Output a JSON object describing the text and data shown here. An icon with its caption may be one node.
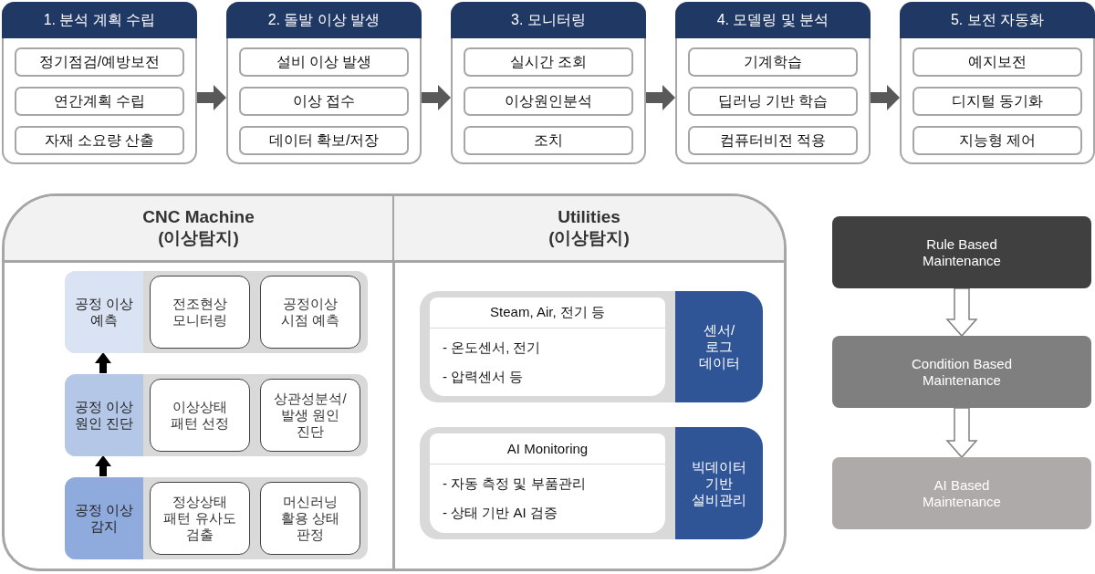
{
  "diagram": {
    "nodes": [
      {
        "text": [
          "1. 분석 계획 수립"
        ]
      },
      {
        "text": [
          "정기점검/예방보전"
        ],
        "in": 0
      },
      {
        "text": [
          "연간계획 수립"
        ],
        "in": 0
      },
      {
        "text": [
          "자재 소요량 산출"
        ],
        "in": 0
      },
      {
        "text": [
          "2. 돌발 이상 발생"
        ]
      },
      {
        "text": [
          "설비 이상 발생"
        ],
        "in": 4
      },
      {
        "text": [
          "이상 접수"
        ],
        "in": 4
      },
      {
        "text": [
          "데이터 확보/저장"
        ],
        "in": 4
      },
      {
        "text": [
          "3. 모니터링"
        ]
      },
      {
        "text": [
          "실시간 조회"
        ],
        "in": 8
      },
      {
        "text": [
          "이상원인분석"
        ],
        "in": 8
      },
      {
        "text": [
          "조치"
        ],
        "in": 8
      },
      {
        "text": [
          "4. 모델링 및 분석"
        ]
      },
      {
        "text": [
          "기계학습"
        ],
        "in": 12
      },
      {
        "text": [
          "딥러닝 기반 학습"
        ],
        "in": 12
      },
      {
        "text": [
          "컴퓨터비전 적용"
        ],
        "in": 12
      },
      {
        "text": [
          "5. 보전 자동화"
        ]
      },
      {
        "text": [
          "예지보전"
        ],
        "in": 16
      },
      {
        "text": [
          "디지털 동기화"
        ],
        "in": 16
      },
      {
        "text": [
          "지능형 제어"
        ],
        "in": 16
      },
      {
        "text": [
          "CNC Machine (이상탐지)"
        ]
      },
      {
        "text": [
          "Utilities (이상탐지)"
        ]
      },
      {
        "text": [
          "공정 이상 예측"
        ],
        "in": 20
      },
      {
        "text": [
          "전조현상 모니터링"
        ],
        "in": 22
      },
      {
        "text": [
          "공정이상 시점 예측"
        ],
        "in": 22
      },
      {
        "text": [
          "공정 이상 원인 진단"
        ],
        "in": 20
      },
      {
        "text": [
          "이상상태 패턴 선정"
        ],
        "in": 25
      },
      {
        "text": [
          "상관성분석/ 발생 원인 진단"
        ],
        "in": 25
      },
      {
        "text": [
          "공정 이상 감지"
        ],
        "in": 20
      },
      {
        "text": [
          "정상상태 패턴 유사도 검출"
        ],
        "in": 28
      },
      {
        "text": [
          "머신러닝 활용 상태 판정"
        ],
        "in": 28
      },
      {
        "text": [
          "Steam, Air, 전기 등",
          "- 온도센서, 전기",
          "- 압력센서 등"
        ],
        "in": 21
      },
      {
        "text": [
          "센서/ 로그 데이터"
        ],
        "in": 21
      },
      {
        "text": [
          "AI Monitoring",
          "- 자동 측정 및 부품관리",
          "- 상태 기반 AI 검증"
        ],
        "in": 21
      },
      {
        "text": [
          "빅데이터 기반 설비관리"
        ],
        "in": 21
      },
      {
        "text": [
          "Rule Based Maintenance"
        ]
      },
      {
        "text": [
          "Condition Based Maintenance"
        ]
      },
      {
        "text": [
          "AI Based Maintenance"
        ]
      }
    ],
    "edges": [
      {
        "from": 0,
        "to": 4,
        "arrow": "to"
      },
      {
        "from": 4,
        "to": 8,
        "arrow": "to"
      },
      {
        "from": 8,
        "to": 12,
        "arrow": "to"
      },
      {
        "from": 12,
        "to": 16,
        "arrow": "to"
      },
      {
        "from": 28,
        "to": 25,
        "arrow": "to"
      },
      {
        "from": 25,
        "to": 22,
        "arrow": "to"
      },
      {
        "from": 35,
        "to": 36,
        "arrow": "to"
      },
      {
        "from": 36,
        "to": 37,
        "arrow": "to"
      }
    ]
  }
}
